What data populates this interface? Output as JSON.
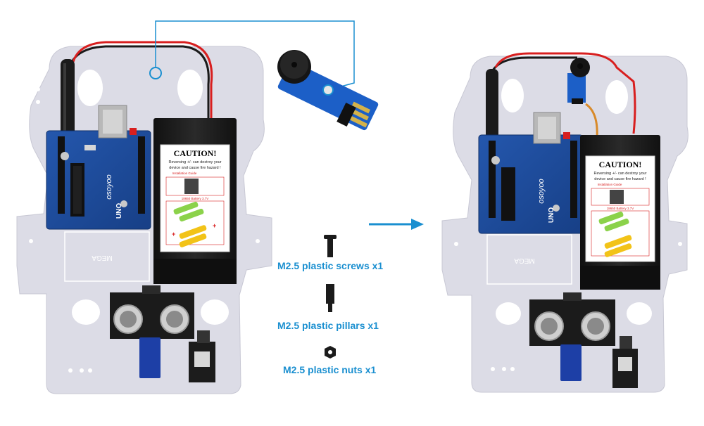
{
  "caution": {
    "title": "CAUTION!",
    "warning_line1": "Reversing +/- can destroy your",
    "warning_line2": "device and cause fire hazard !",
    "install_title": "Installation Guide",
    "battery_title": "18650 Battery 3.7V"
  },
  "board": {
    "brand": "osoyoo",
    "model": "UNO",
    "silkscreen": "MEGA"
  },
  "parts": [
    {
      "label": "M2.5 plastic screws x1"
    },
    {
      "label": "M2.5 plastic pillars x1"
    },
    {
      "label": "M2.5 plastic nuts x1"
    }
  ],
  "colors": {
    "accent": "#1a8fd0",
    "chassis": "#dcdce6",
    "pcb": "#1f4e9a",
    "buzzer_module": "#1c5fc7",
    "battery_box": "#1c1c1c",
    "red_wire": "#d81f1f"
  },
  "icons": {
    "arrow": "arrow-right-icon",
    "screw": "screw-icon",
    "pillar": "pillar-icon",
    "nut": "nut-icon"
  }
}
